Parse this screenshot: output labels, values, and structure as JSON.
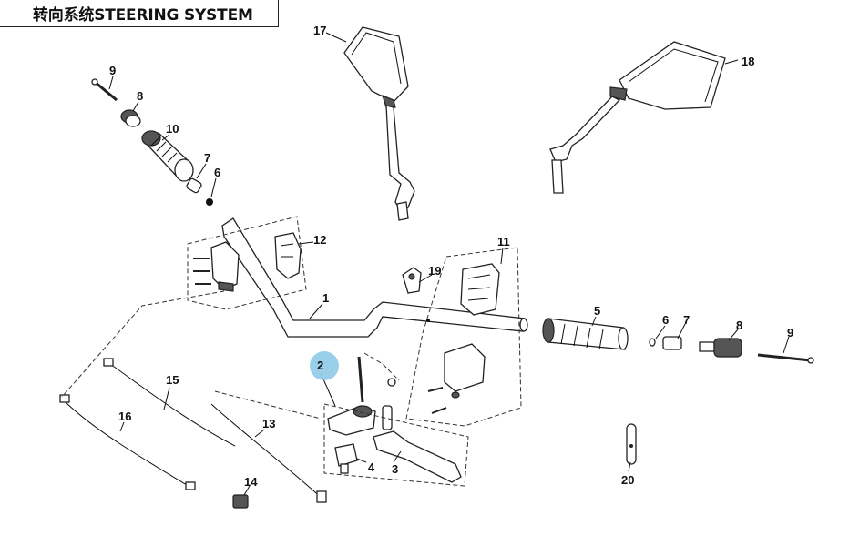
{
  "title": "转向系统STEERING SYSTEM",
  "callouts": {
    "c1": "1",
    "c2": "2",
    "c3": "3",
    "c4": "4",
    "c5": "5",
    "c6a": "6",
    "c6b": "6",
    "c7a": "7",
    "c7b": "7",
    "c8a": "8",
    "c8b": "8",
    "c9a": "9",
    "c9b": "9",
    "c10": "10",
    "c11": "11",
    "c12": "12",
    "c13": "13",
    "c14": "14",
    "c15": "15",
    "c16": "16",
    "c17": "17",
    "c18": "18",
    "c19": "19",
    "c20": "20"
  },
  "highlight_color": "#8ecae6"
}
